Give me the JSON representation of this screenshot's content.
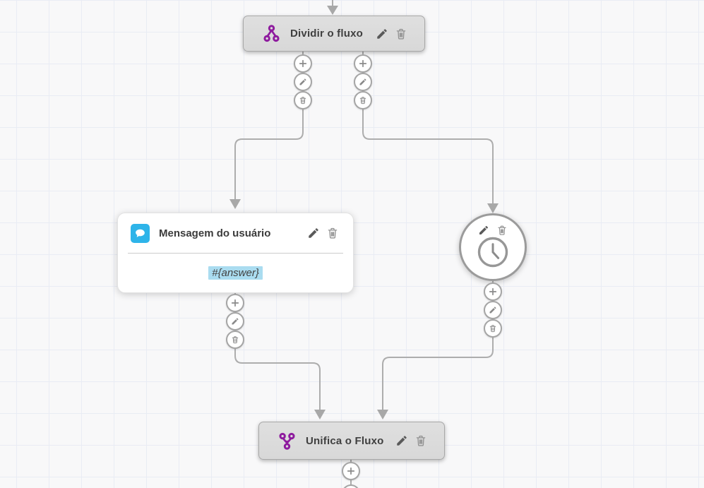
{
  "canvas": {
    "background": "#f8f8f9",
    "grid_line_color": "#e9ecf4",
    "connector_color": "#adadad"
  },
  "nodes": {
    "split": {
      "title": "Dividir o fluxo",
      "accent_color": "#8e1b9e"
    },
    "user_message": {
      "title": "Mensagem do usuário",
      "content": "#{answer}",
      "icon_color": "#2eb4e9",
      "highlight_color": "#aadcf0"
    },
    "timer": {
      "icon": "clock"
    },
    "merge": {
      "title": "Unifica o Fluxo",
      "accent_color": "#8e1b9e"
    }
  }
}
